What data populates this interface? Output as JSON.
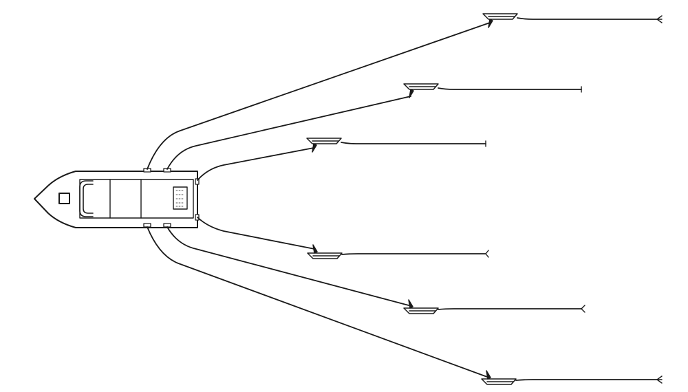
{
  "diagram": {
    "kind": "boat trolling with planer boards",
    "colors": {
      "line": "#1a1a1a",
      "background": "#ffffff",
      "fill": "#ffffff"
    },
    "boat": {
      "features": [
        "bow-hatch",
        "windshield",
        "seat-bench",
        "console-panel",
        "rod-holders"
      ]
    },
    "lines": [
      {
        "id": "port-outer",
        "side": "port",
        "position": "outer"
      },
      {
        "id": "port-middle",
        "side": "port",
        "position": "middle"
      },
      {
        "id": "port-inner",
        "side": "port",
        "position": "inner"
      },
      {
        "id": "starboard-inner",
        "side": "starboard",
        "position": "inner"
      },
      {
        "id": "starboard-middle",
        "side": "starboard",
        "position": "middle"
      },
      {
        "id": "starboard-outer",
        "side": "starboard",
        "position": "outer"
      }
    ]
  }
}
